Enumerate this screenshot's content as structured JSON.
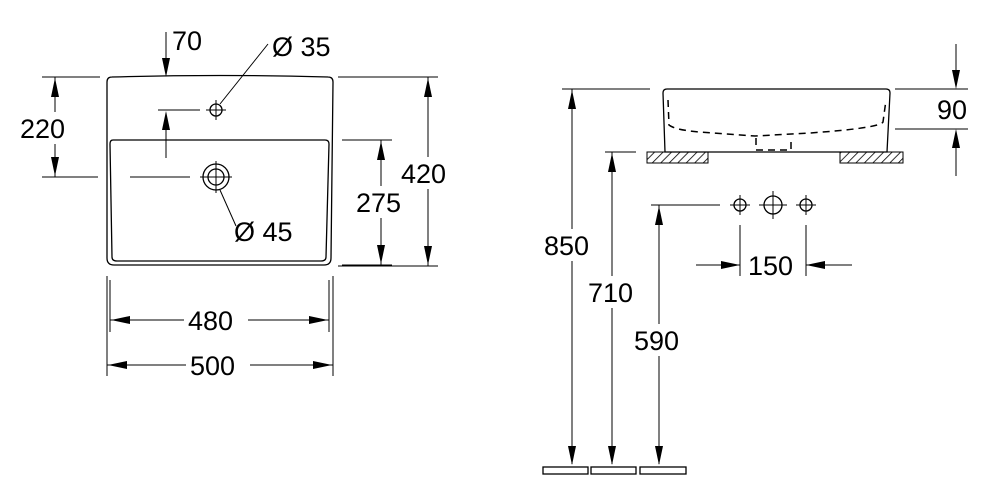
{
  "top_view": {
    "dim_tap_offset": "70",
    "dim_tap_hole": "Ø 35",
    "dim_tap_depth": "220",
    "dim_drain": "Ø 45",
    "dim_bowl_depth": "275",
    "dim_total_depth": "420",
    "dim_inner_width": "480",
    "dim_total_width": "500"
  },
  "side_view": {
    "dim_height": "90",
    "dim_top_height": "850",
    "dim_counter_height": "710",
    "dim_tap_height": "590",
    "dim_tap_spacing": "150"
  }
}
